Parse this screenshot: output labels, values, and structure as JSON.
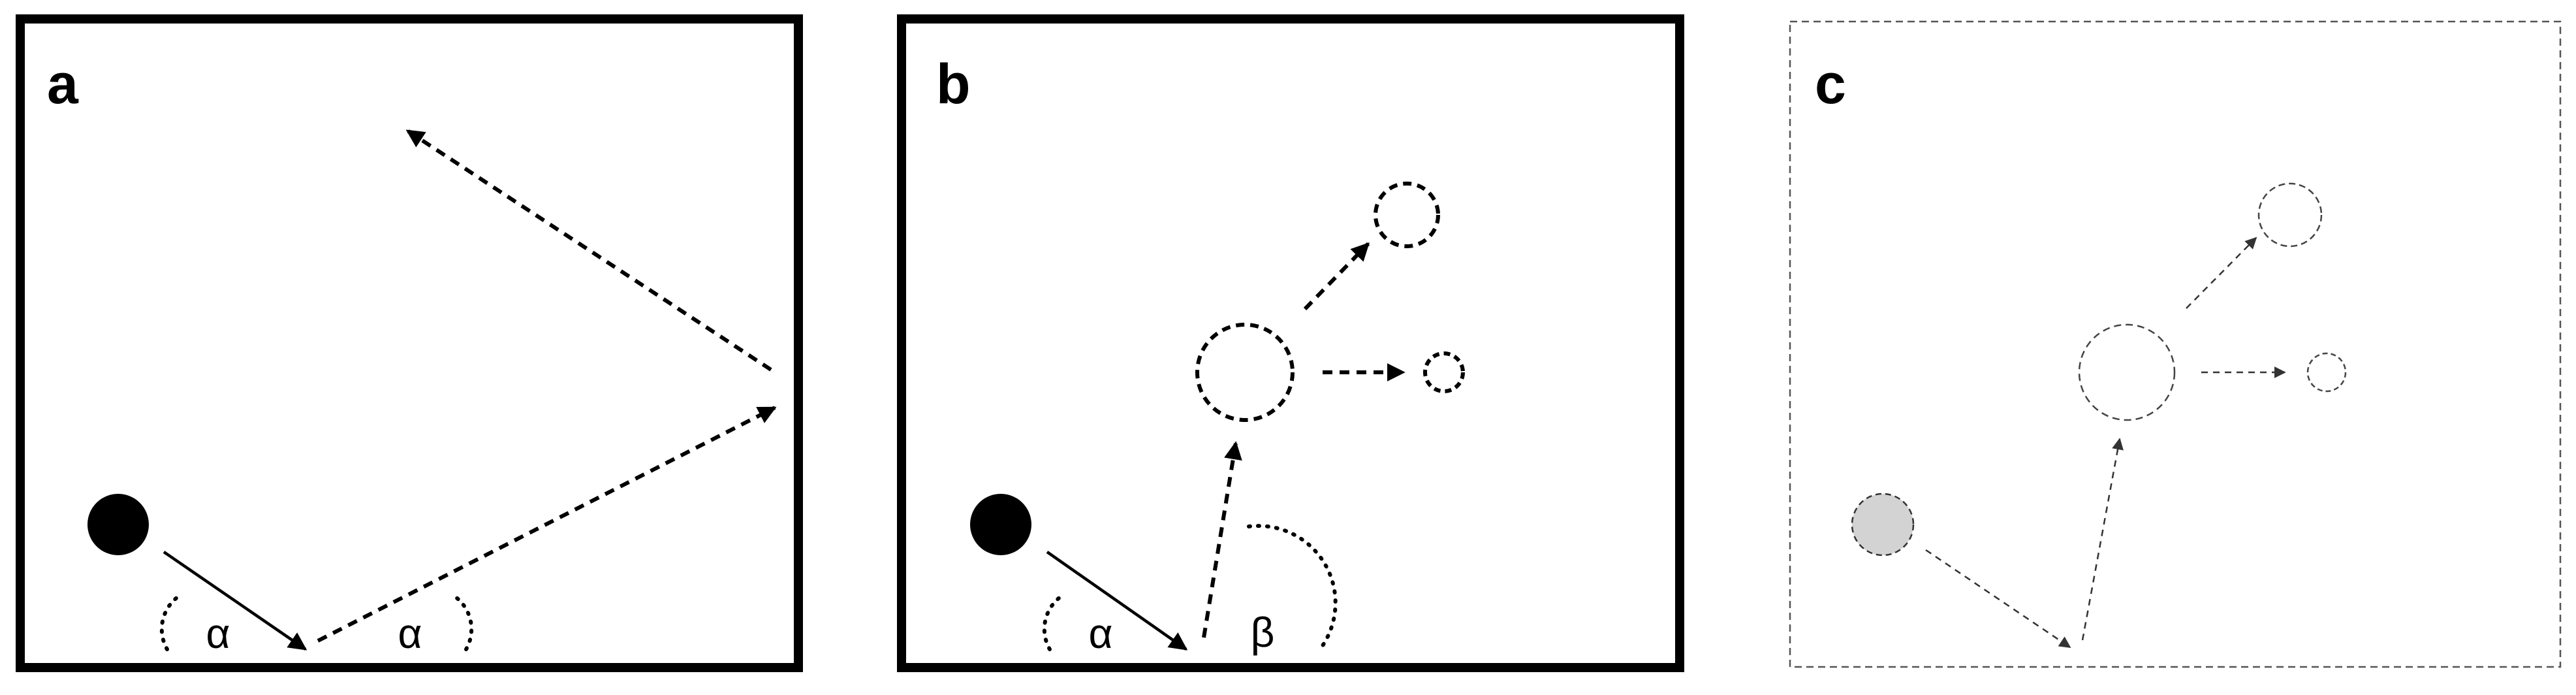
{
  "panels": {
    "a": {
      "label": "a",
      "incident_angle_label": "α",
      "reflected_angle_label": "α"
    },
    "b": {
      "label": "b",
      "incident_angle_label": "α",
      "outgoing_angle_label": "β"
    },
    "c": {
      "label": "c"
    }
  },
  "colors": {
    "stroke": "#000000",
    "ball_fill": "#000000",
    "ghost_ball_fill": "#d3d3d3",
    "faint_stroke": "#444444"
  },
  "icons": {
    "ball": "solid-circle",
    "ghost_ball": "dashed-gray-circle",
    "fragment": "dashed-circle"
  }
}
